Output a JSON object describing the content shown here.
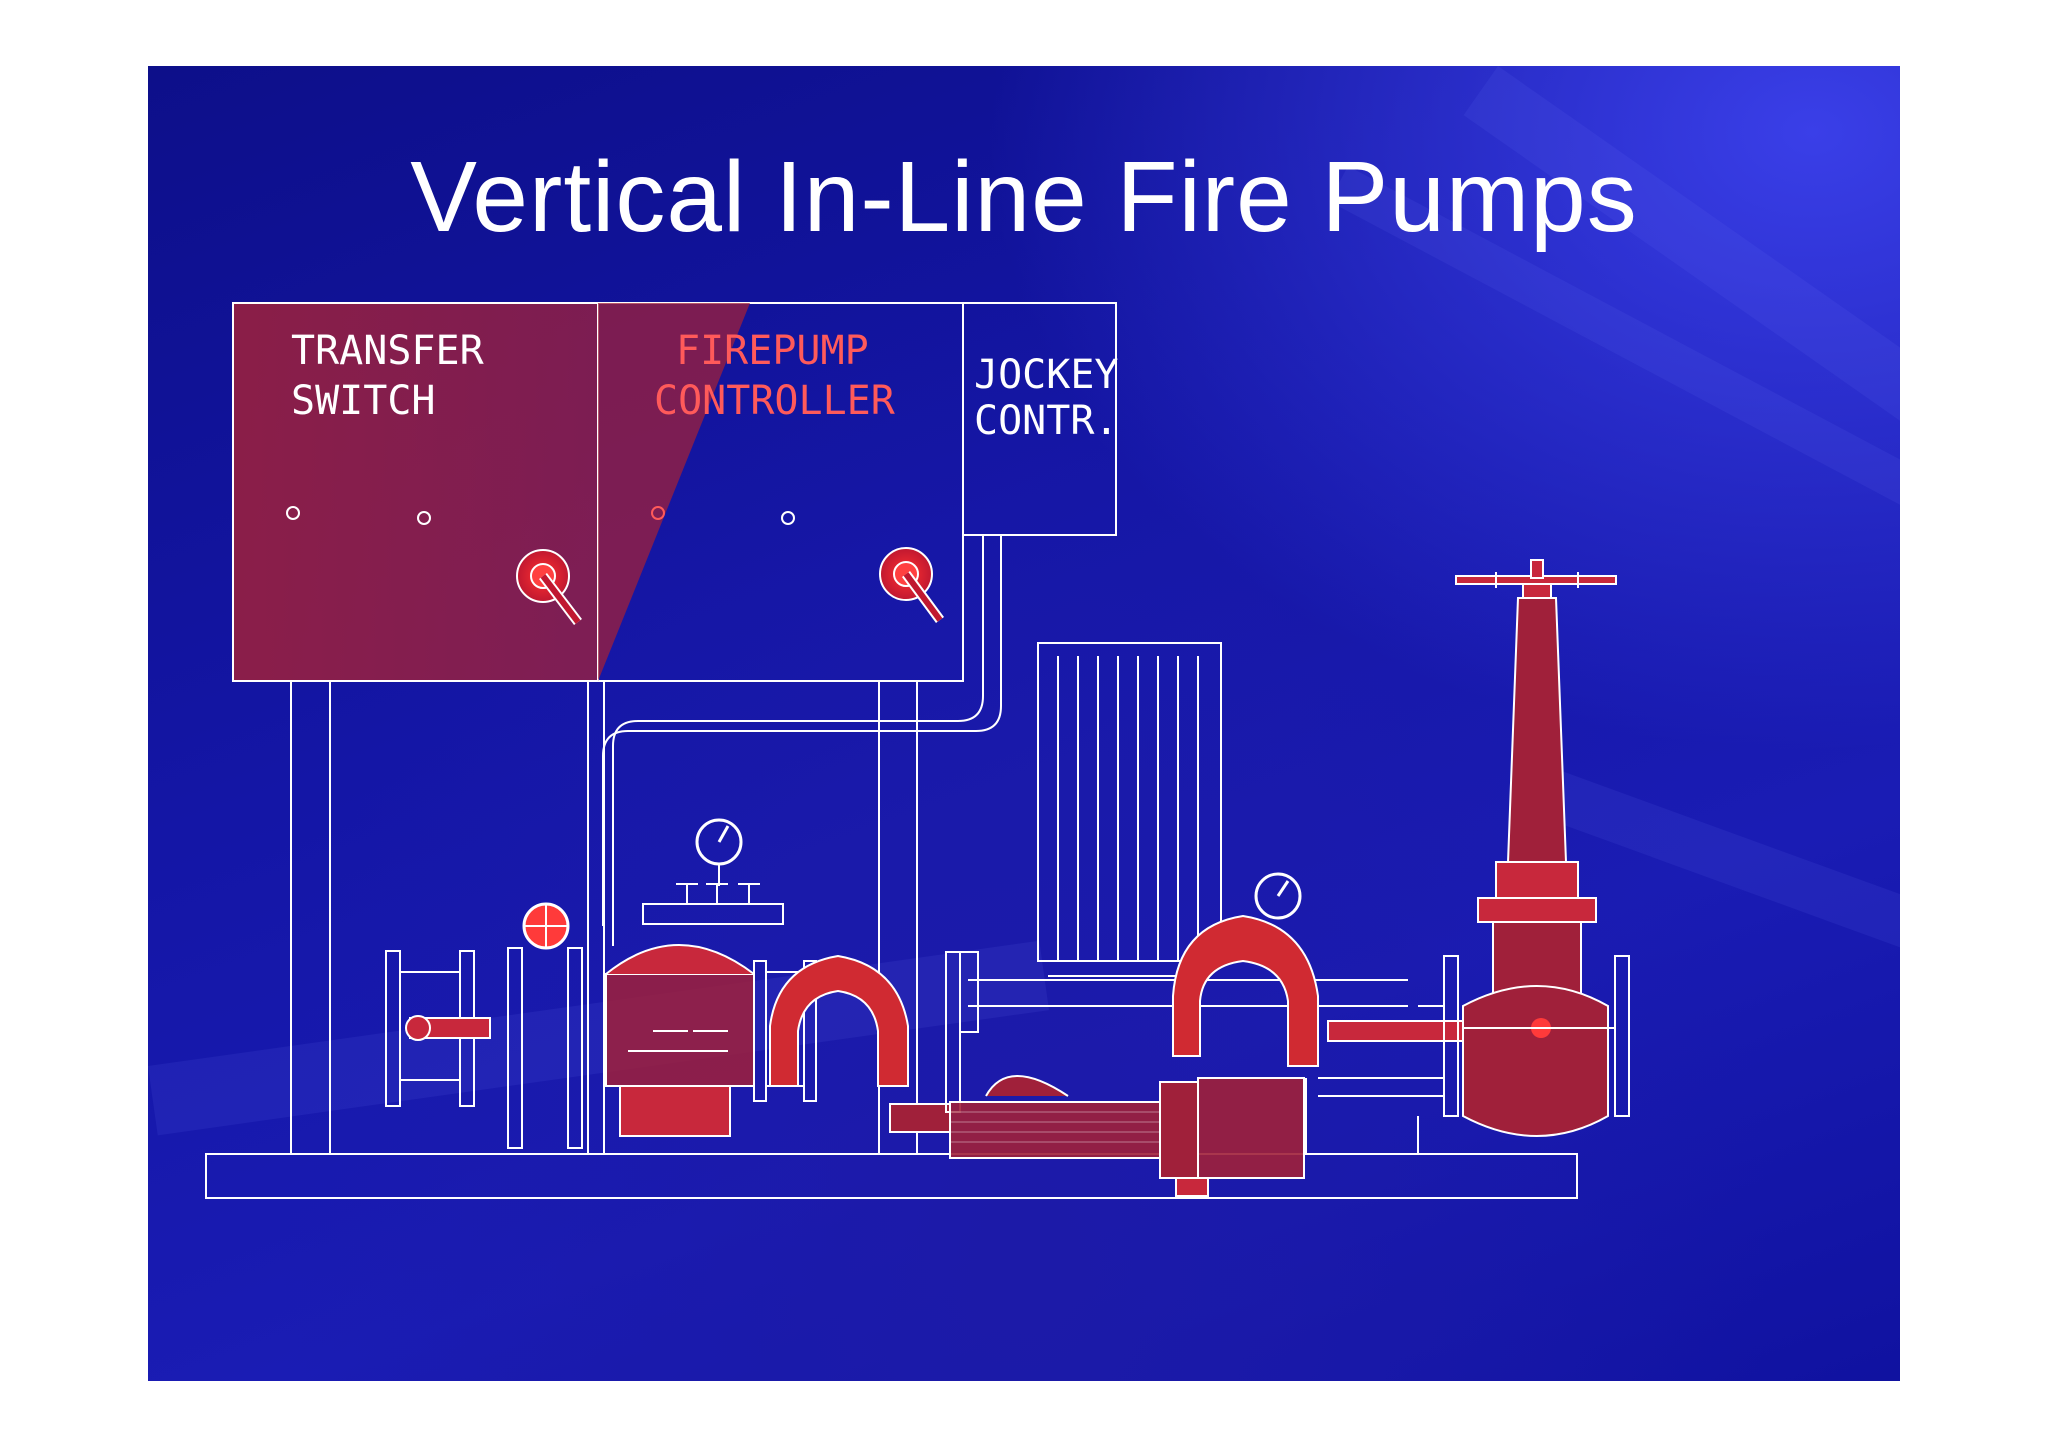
{
  "slide": {
    "title": "Vertical In-Line Fire Pumps"
  },
  "diagram": {
    "labels": {
      "transfer_switch_line1": "TRANSFER",
      "transfer_switch_line2": "SWITCH",
      "firepump_controller_line1": "FIREPUMP",
      "firepump_controller_line2": "CONTROLLER",
      "jockey_controller_line1": "JOCKEY",
      "jockey_controller_line2": "CONTR."
    },
    "colors": {
      "background": "#1416a6",
      "line": "#ffffff",
      "accent_red": "#c8283c",
      "label_red": "#ff5a5a"
    }
  }
}
